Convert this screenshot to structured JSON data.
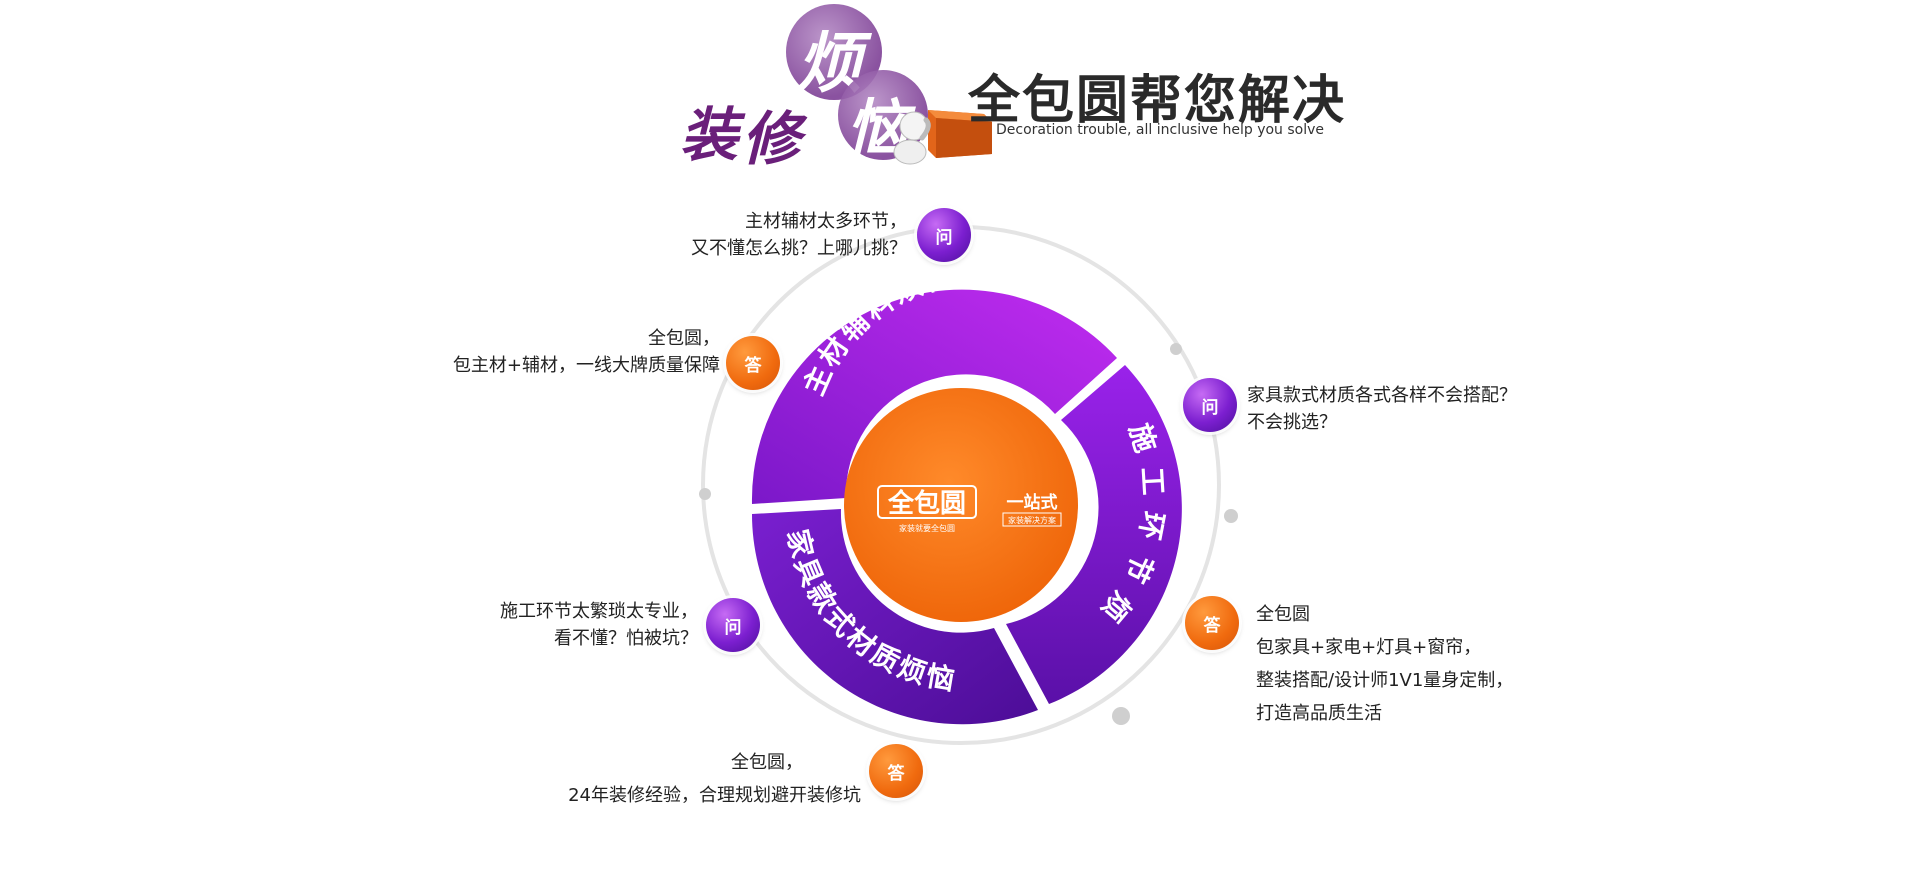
{
  "header": {
    "calligraphy": [
      "装",
      "修",
      "烦",
      "恼"
    ],
    "title": "全包圆帮您解决",
    "subtitle": "Decoration trouble, all inclusive help you solve"
  },
  "ring": {
    "segments": [
      "主材辅料烦恼",
      "施工环节烦恼",
      "家具款式材质烦恼"
    ],
    "center_brand": "全包圆",
    "center_brand_sub": "家装就要全包圆",
    "center_tag": "一站式",
    "center_tag_sub": "家装解决方案"
  },
  "badges": {
    "question": "问",
    "answer": "答"
  },
  "qa": {
    "q1": {
      "line1": "主材辅材太多环节，",
      "line2": "又不懂怎么挑？上哪儿挑？"
    },
    "a1": {
      "line1": "全包圆，",
      "line2": "包主材+辅材，一线大牌质量保障"
    },
    "q2": {
      "line1": "家具款式材质各式各样不会搭配？",
      "line2": "不会挑选？"
    },
    "a2": {
      "line1": "全包圆",
      "line2": "包家具+家电+灯具+窗帘，",
      "line3": "整装搭配/设计师1V1量身定制，",
      "line4": "打造高品质生活"
    },
    "q3": {
      "line1": "施工环节太繁琐太专业，",
      "line2": "看不懂？怕被坑？"
    },
    "a3": {
      "line1": "全包圆，",
      "line2": "24年装修经验，合理规划避开装修坑"
    }
  },
  "colors": {
    "purple": "#8a2be2",
    "purple_dark": "#5a0fb0",
    "orange": "#f07312",
    "ring_gray": "#e2e2e2"
  }
}
